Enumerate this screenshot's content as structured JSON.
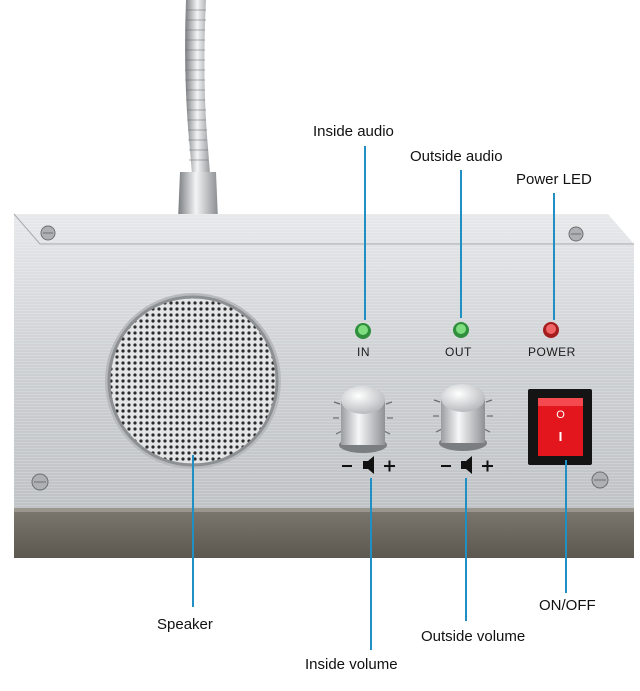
{
  "callouts": {
    "inside_audio": "Inside audio",
    "outside_audio": "Outside audio",
    "power_led": "Power LED",
    "speaker": "Speaker",
    "on_off": "ON/OFF",
    "outside_volume": "Outside volume",
    "inside_volume": "Inside volume"
  },
  "panel_labels": {
    "in": "IN",
    "out": "OUT",
    "power": "POWER"
  },
  "colors": {
    "callout_line": "#1f8fc4",
    "panel_silver": "#c9cccf",
    "base_dark": "#6f6b64",
    "switch_red": "#e3161e",
    "led_green": "#39b34a",
    "led_red": "#d42a2a"
  },
  "icons": [
    "volume-minus-icon",
    "speaker-volume-icon",
    "volume-plus-icon",
    "screw-icon"
  ]
}
